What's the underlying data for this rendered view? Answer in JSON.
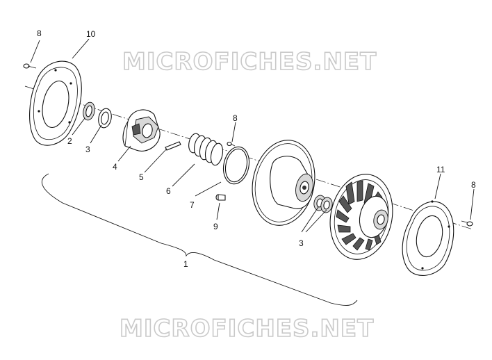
{
  "watermark": {
    "top": "MICROFICHES.NET",
    "bottom": "MICROFICHES.NET"
  },
  "callouts": {
    "screw_top_left": "8",
    "outer_cover_left": "10",
    "snap_ring": "2",
    "washer_left": "3",
    "ramp_spider": "4",
    "pin": "5",
    "spring": "6",
    "retainer_ring": "7",
    "screw_mid": "8",
    "bushing": "9",
    "washers_right": "3",
    "outer_cover_right": "11",
    "screw_right": "8",
    "assembly": "1"
  },
  "colors": {
    "line": "#111111",
    "watermark_outline": "#c9c9c9",
    "background": "#ffffff"
  }
}
